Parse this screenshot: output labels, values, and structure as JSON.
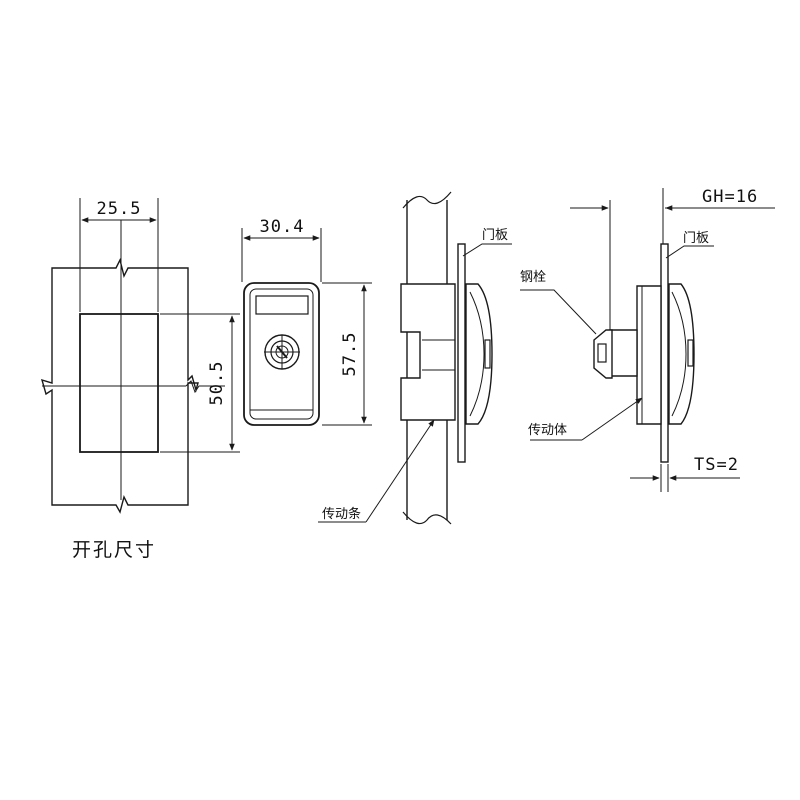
{
  "cutout": {
    "width_dim": "25.5",
    "height_dim": "50.5",
    "caption": "开孔尺寸"
  },
  "front_view": {
    "width_dim": "30.4",
    "height_dim": "57.5"
  },
  "side_view_1": {
    "door_panel_label": "门板",
    "drive_bar_label": "传动条"
  },
  "side_view_2": {
    "gh_dim": "GH=16",
    "door_panel_label": "门板",
    "steel_bolt_label": "钢栓",
    "drive_body_label": "传动体",
    "ts_dim": "TS=2"
  },
  "colors": {
    "line": "#1a1a1a",
    "panel_fill": "#ffffff"
  }
}
